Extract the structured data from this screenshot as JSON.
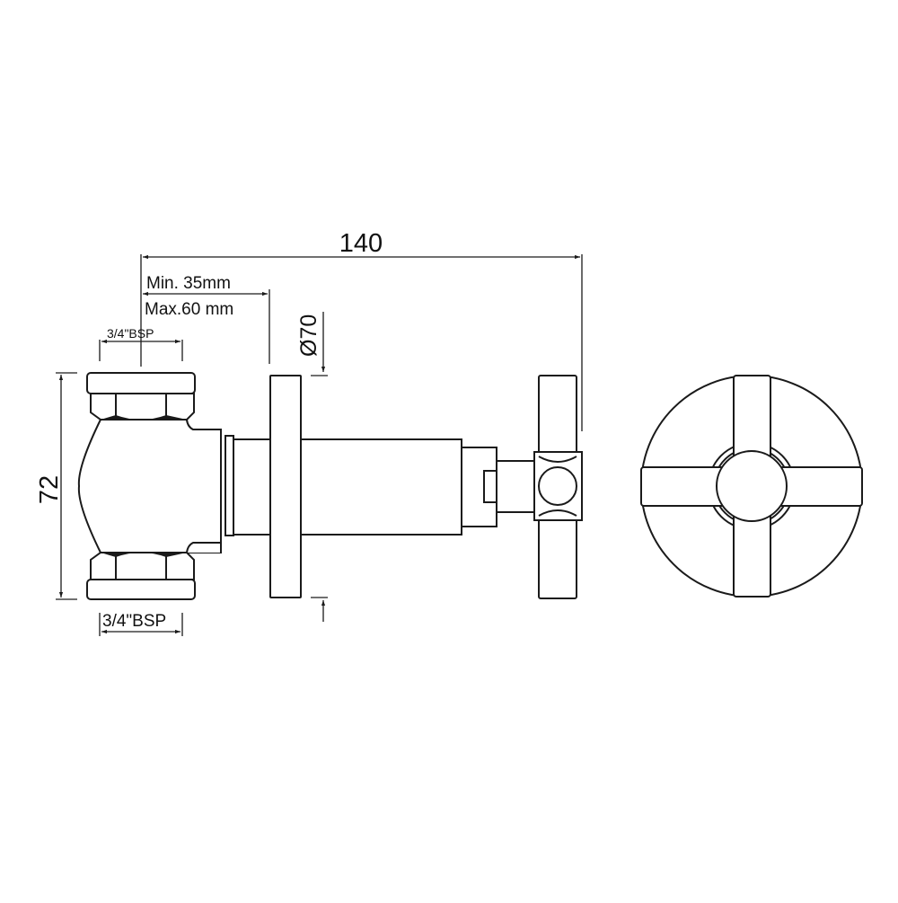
{
  "drawing": {
    "type": "technical-dimension-drawing",
    "subject": "concealed stop valve with cross-head handle",
    "line_color": "#1a1a1a",
    "background": "#ffffff",
    "dimensions": {
      "overall_length": "140",
      "wall_min": "Min. 35mm",
      "wall_max": "Max.60 mm",
      "flange_diameter": "Ø70",
      "body_height": "72",
      "top_thread": "3/4\"BSP",
      "bottom_thread": "3/4\"BSP"
    },
    "views": [
      {
        "name": "side-view",
        "label": ""
      },
      {
        "name": "front-view",
        "label": ""
      }
    ]
  }
}
